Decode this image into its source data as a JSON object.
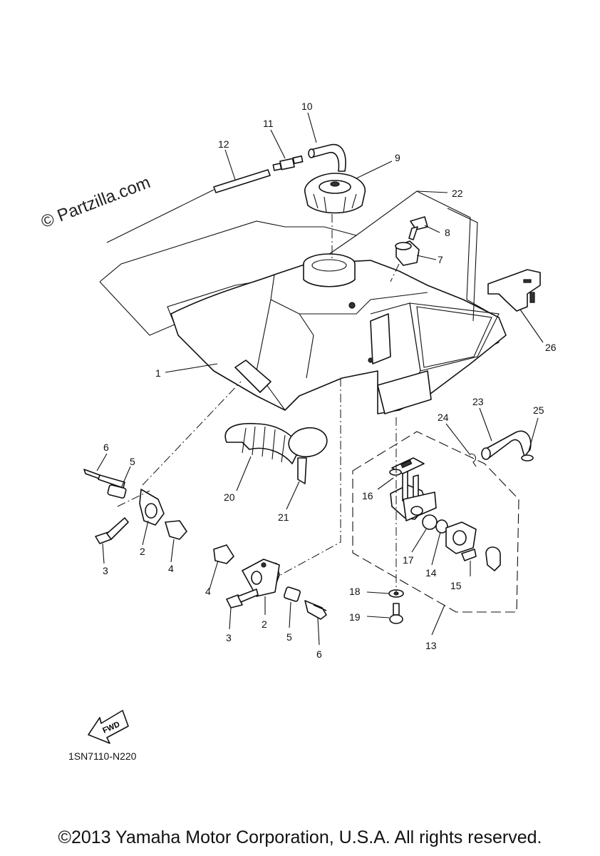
{
  "watermark": "© Partzilla.com",
  "diagram_code": "1SN7110-N220",
  "fwd_label": "FWD",
  "copyright": "©2013 Yamaha Motor Corporation, U.S.A. All rights reserved.",
  "callouts": {
    "c1": "1",
    "c2a": "2",
    "c2b": "2",
    "c3a": "3",
    "c3b": "3",
    "c4a": "4",
    "c4b": "4",
    "c5a": "5",
    "c5b": "5",
    "c6a": "6",
    "c6b": "6",
    "c7": "7",
    "c8": "8",
    "c9": "9",
    "c10": "10",
    "c11": "11",
    "c12": "12",
    "c13": "13",
    "c14": "14",
    "c15": "15",
    "c16": "16",
    "c17": "17",
    "c18": "18",
    "c19": "19",
    "c20": "20",
    "c21": "21",
    "c22": "22",
    "c23": "23",
    "c24": "24",
    "c25": "25",
    "c26": "26"
  }
}
